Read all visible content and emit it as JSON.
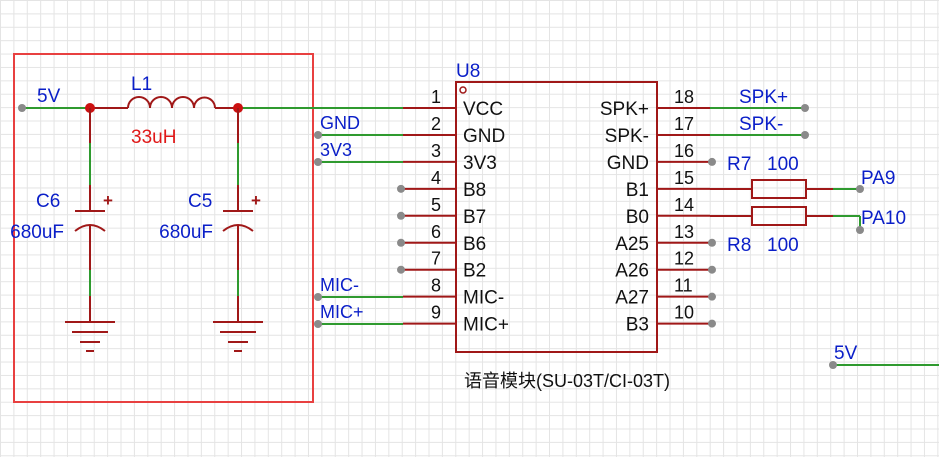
{
  "colors": {
    "wire": "#2f9a2f",
    "component": "#a01818",
    "net_label": "#0a1ec8",
    "pin_text": "#111111",
    "ref_red": "#e01818",
    "box_red": "#e84040",
    "pin_dot": "#8a8a8a"
  },
  "power_circuit": {
    "net_5v": "5V",
    "inductor": {
      "ref": "L1",
      "value": "33uH"
    },
    "cap_c6": {
      "ref": "C6",
      "value": "680uF",
      "polarity": "+"
    },
    "cap_c5": {
      "ref": "C5",
      "value": "680uF",
      "polarity": "+"
    }
  },
  "module": {
    "ref": "U8",
    "caption": "语音模块(SU-03T/CI-03T)",
    "left_pins": [
      {
        "num": "1",
        "name": "VCC"
      },
      {
        "num": "2",
        "name": "GND"
      },
      {
        "num": "3",
        "name": "3V3"
      },
      {
        "num": "4",
        "name": "B8"
      },
      {
        "num": "5",
        "name": "B7"
      },
      {
        "num": "6",
        "name": "B6"
      },
      {
        "num": "7",
        "name": "B2"
      },
      {
        "num": "8",
        "name": "MIC-"
      },
      {
        "num": "9",
        "name": "MIC+"
      }
    ],
    "right_pins": [
      {
        "num": "18",
        "name": "SPK+"
      },
      {
        "num": "17",
        "name": "SPK-"
      },
      {
        "num": "16",
        "name": "GND"
      },
      {
        "num": "15",
        "name": "B1"
      },
      {
        "num": "14",
        "name": "B0"
      },
      {
        "num": "13",
        "name": "A25"
      },
      {
        "num": "12",
        "name": "A26"
      },
      {
        "num": "11",
        "name": "A27"
      },
      {
        "num": "10",
        "name": "B3"
      }
    ]
  },
  "net_labels": {
    "gnd": "GND",
    "v3v3": "3V3",
    "mic_minus": "MIC-",
    "mic_plus": "MIC+",
    "spk_plus": "SPK+",
    "spk_minus": "SPK-",
    "pa9": "PA9",
    "pa10": "PA10",
    "v5_right": "5V"
  },
  "resistors": {
    "r7": {
      "ref": "R7",
      "value": "100"
    },
    "r8": {
      "ref": "R8",
      "value": "100"
    }
  }
}
